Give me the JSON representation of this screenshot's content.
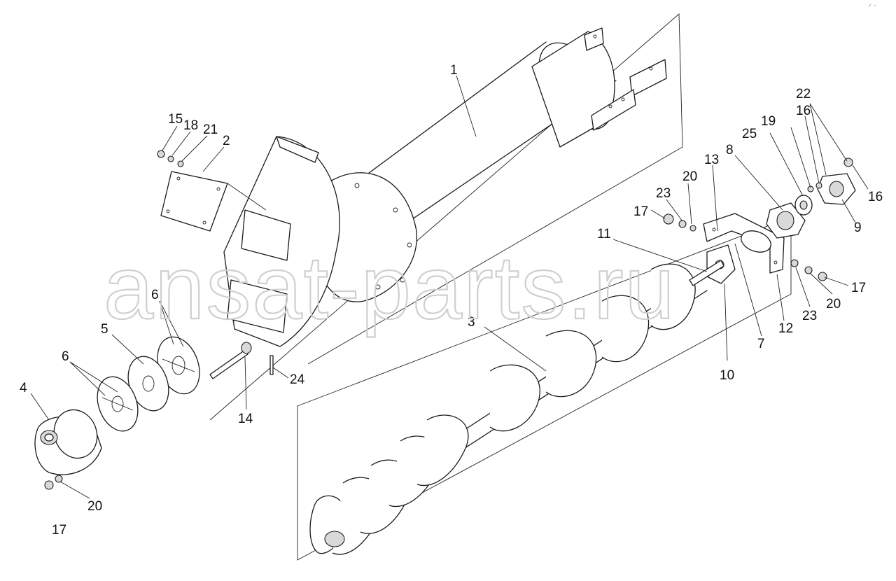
{
  "watermark": "ansat-parts.ru",
  "corner_mark": "✓ ‐‐",
  "callouts": {
    "c1": "1",
    "c2": "2",
    "c3": "3",
    "c4": "4",
    "c5": "5",
    "c6a": "6",
    "c6b": "6",
    "c7": "7",
    "c8": "8",
    "c9": "9",
    "c10": "10",
    "c11": "11",
    "c12": "12",
    "c13": "13",
    "c14": "14",
    "c15": "15",
    "c16a": "16",
    "c16b": "16",
    "c17a": "17",
    "c17b": "17",
    "c17c": "17",
    "c18": "18",
    "c19": "19",
    "c20a": "20",
    "c20b": "20",
    "c20c": "20",
    "c21": "21",
    "c22": "22",
    "c23a": "23",
    "c23b": "23",
    "c24": "24",
    "c25": "25"
  }
}
